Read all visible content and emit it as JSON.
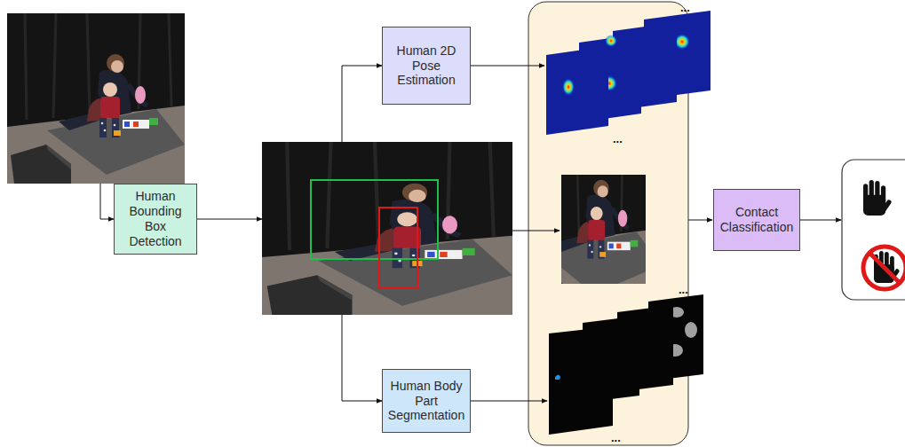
{
  "diagram": {
    "nodes": [
      {
        "text": [
          "Human Bounding Box Detection"
        ]
      },
      {
        "text": [
          "Human 2D Pose Estimation"
        ]
      },
      {
        "text": [
          "Human Body Part Segmentation"
        ]
      },
      {
        "text": [
          "Contact Classification"
        ]
      }
    ],
    "labels": [
      "...",
      "...",
      "...",
      "..."
    ]
  }
}
